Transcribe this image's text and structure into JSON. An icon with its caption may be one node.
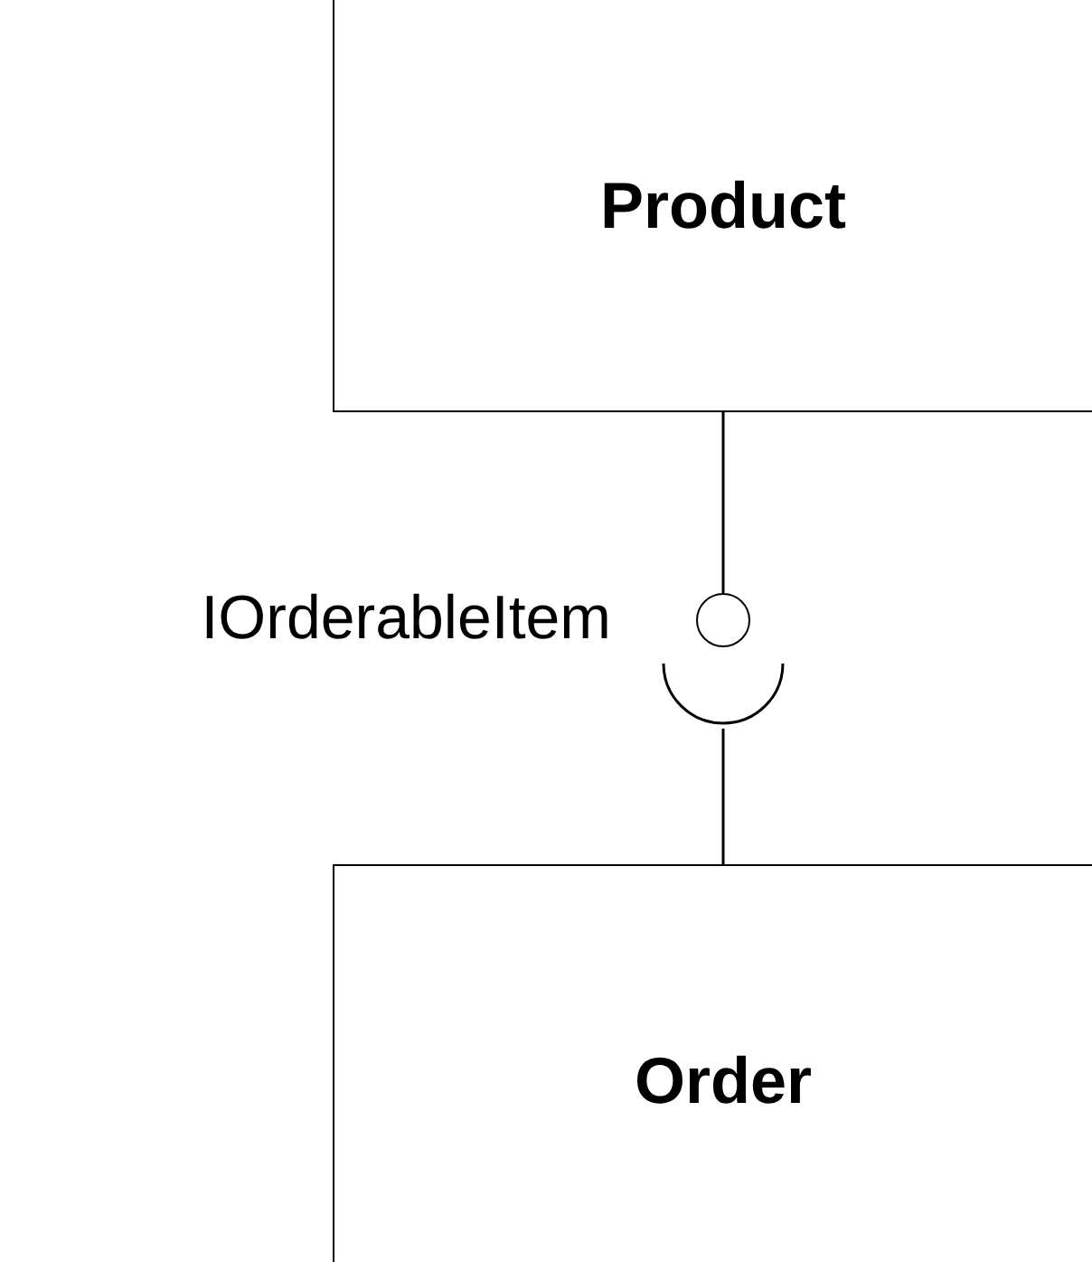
{
  "diagram": {
    "nodes": [
      {
        "text": [
          "Product"
        ]
      },
      {
        "text": [
          "Order"
        ]
      },
      {
        "text": [],
        "shape": "circle",
        "beside": [
          "IOrderableItem"
        ]
      }
    ],
    "edges": [
      {
        "from": 0,
        "to": 2,
        "arrow": "none"
      },
      {
        "from": 1,
        "to": 2,
        "arrow": "other"
      }
    ]
  }
}
